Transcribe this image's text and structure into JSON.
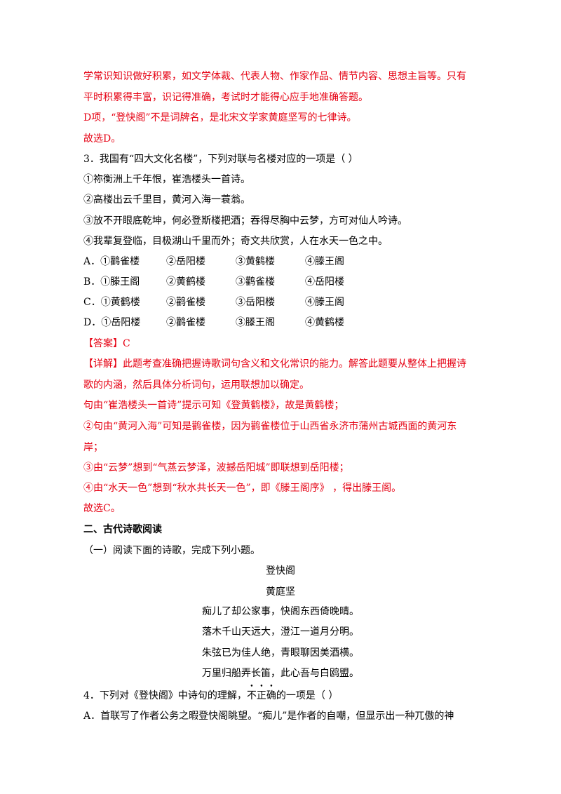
{
  "para1": {
    "line1": "学常识知识做好积累，如文学体裁、代表人物、作家作品、情节内容、思想主旨等。只有",
    "line2": "平时积累得丰富，识记得准确，考试时才能得心应手地准确答题。",
    "line3": "D项，“登快阁”不是词牌名，是北宋文学家黄庭坚写的七律诗。",
    "line4": "故选D。"
  },
  "q3": {
    "stem": "3．我国有“四大文化名楼”，下列对联与名楼对应的一项是（     ）",
    "couplets": [
      "①祢衡洲上千年恨，崔浩楼头一首诗。",
      "②高楼出云千里目，黄河入海一蓑翁。",
      "③放不开眼底乾坤，何必登斯楼把酒；吞得尽胸中云梦，方可对仙人吟诗。",
      "④我辈复登临，目极湖山千里而外；奇文共欣赏，人在水天一色之中。"
    ],
    "options": [
      [
        "A．①鹳雀楼",
        "②岳阳楼",
        "③黄鹤楼",
        "④滕王阁"
      ],
      [
        "B．①滕王阁",
        "②黄鹤楼",
        "③鹳雀楼",
        "④岳阳楼"
      ],
      [
        "C．①黄鹤楼",
        "②鹳雀楼",
        "③岳阳楼",
        "④滕王阁"
      ],
      [
        "D．①岳阳楼",
        "②鹳雀楼",
        "③滕王阁",
        "④黄鹤楼"
      ]
    ],
    "answer": "【答案】C",
    "detail_1": "【详解】此题考查准确把握诗歌词句含义和文化常识的能力。解答此题要从整体上把握诗",
    "detail_2": "歌的内涵，然后具体分析词句，运用联想加以确定。",
    "detail_3": "句由“崔浩楼头一首诗”提示可知《登黄鹤楼》，故是黄鹤楼；",
    "detail_4": "②句由“黄河入海”可知是鹳雀楼，因为鹳雀楼位于山西省永济市蒲州古城西面的黄河东",
    "detail_5": "岸；",
    "detail_6": "③由“云梦”想到“气蒸云梦泽，波撼岳阳城”即联想到岳阳楼；",
    "detail_7": "④由“水天一色”想到“秋水共长天一色”，即《滕王阁序》 ，得出滕王阁。",
    "conclusion": "故选C。"
  },
  "section2": {
    "heading": "二、古代诗歌阅读",
    "sub": "（一）阅读下面的诗歌，完成下列小题。",
    "poem_title": "登快阁",
    "poem_author": "黄庭坚",
    "poem_lines": [
      "痴儿了却公家事，快阁东西倚晚晴。",
      "落木千山天远大，澄江一道月分明。",
      "朱弦已为佳人绝，青眼聊因美酒横。",
      "万里归船弄长笛，此心吾与白鸥盟。"
    ]
  },
  "q4": {
    "stem_prefix": "4．下列对《登快阁》中诗句的理解，",
    "stem_emph": [
      "不",
      "正",
      "确"
    ],
    "stem_suffix": "的一项是（     ）",
    "option_a": "A．首联写了作者公务之暇登快阁眺望。“痴儿”是作者的自嘲，但显示出一种兀傲的神"
  }
}
